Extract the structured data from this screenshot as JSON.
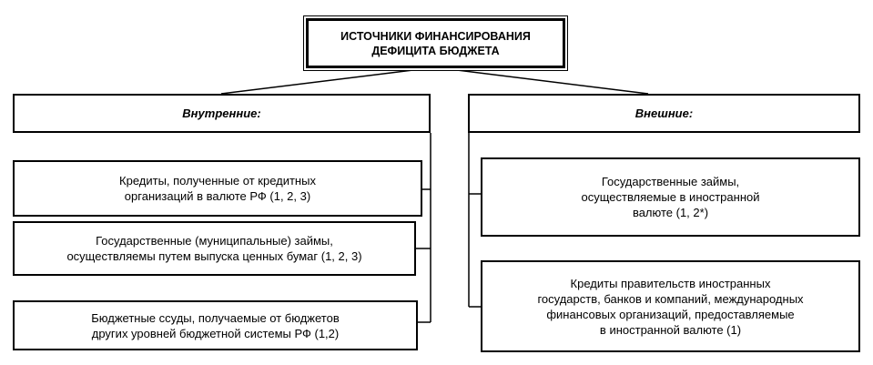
{
  "title": "ИСТОЧНИКИ ФИНАНСИРОВАНИЯ\nДЕФИЦИТА БЮДЖЕТА",
  "internal": {
    "header": "Внутренние:",
    "items": [
      "Кредиты, полученные от кредитных\nорганизаций в валюте РФ (1, 2, 3)",
      "Государственные (муниципальные) займы,\nосуществляемы  путем выпуска ценных бумаг (1, 2, 3)",
      "Бюджетные ссуды, получаемые от бюджетов\nдругих уровней бюджетной системы РФ (1,2)"
    ]
  },
  "external": {
    "header": "Внешние:",
    "items": [
      "Государственные займы,\nосуществляемые в иностранной\nвалюте (1, 2*)",
      "Кредиты правительств иностранных\nгосударств, банков и компаний, международных\nфинансовых организаций, предоставляемые\nв иностранной валюте (1)"
    ]
  }
}
